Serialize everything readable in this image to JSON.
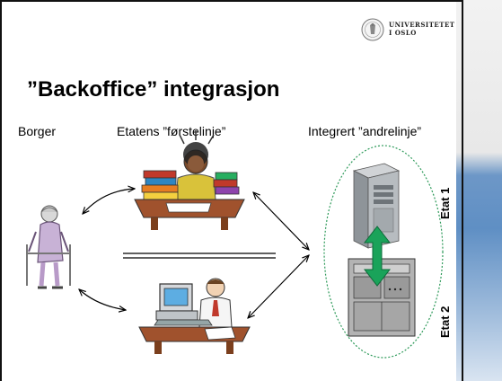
{
  "slide": {
    "title": "”Backoffice” integrasjon",
    "university": {
      "line1": "UNIVERSITETET",
      "line2": "I OSLO"
    },
    "columns": {
      "citizen": "Borger",
      "frontline": "Etatens ”førstelinje”",
      "backline": "Integrert ”andrelinje”"
    },
    "agencies": {
      "top": "Etat 1",
      "bottom": "Etat 2"
    }
  },
  "colors": {
    "arrow_green": "#1aa35a",
    "ellipse_border": "#2e9a5a",
    "side_stripe_blue": "#5f8fc4"
  }
}
